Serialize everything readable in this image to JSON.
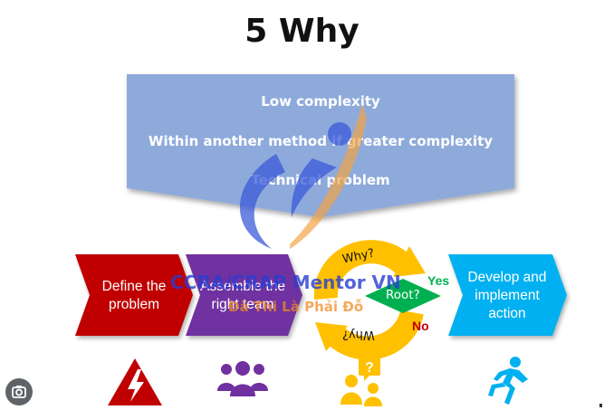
{
  "title": "5 Why",
  "banner": {
    "lines": [
      "Low complexity",
      "Within another method if greater complexity",
      "Technical problem"
    ],
    "color": "#8EAADB"
  },
  "steps": [
    {
      "label": "Define the problem",
      "color": "#C00000",
      "icon": "warning-lightning-icon"
    },
    {
      "label": "Assemble the right team",
      "color": "#7030A0",
      "icon": "team-icon"
    },
    {
      "label": "Develop and implement action",
      "color": "#00B0F0",
      "icon": "running-person-icon"
    }
  ],
  "cycle": {
    "top_label": "Why?",
    "bottom_label": "Why?",
    "decision_label": "Root?",
    "yes_label": "Yes",
    "no_label": "No",
    "ring_color": "#FFC000",
    "decision_color": "#00B050",
    "icon": "question-person-icon"
  },
  "watermark": {
    "line1": "CCRA/CRAP Mentor VN",
    "line2": "Đã Thi Là Phải Đỗ"
  },
  "camera_button_icon": "lens-camera-icon"
}
